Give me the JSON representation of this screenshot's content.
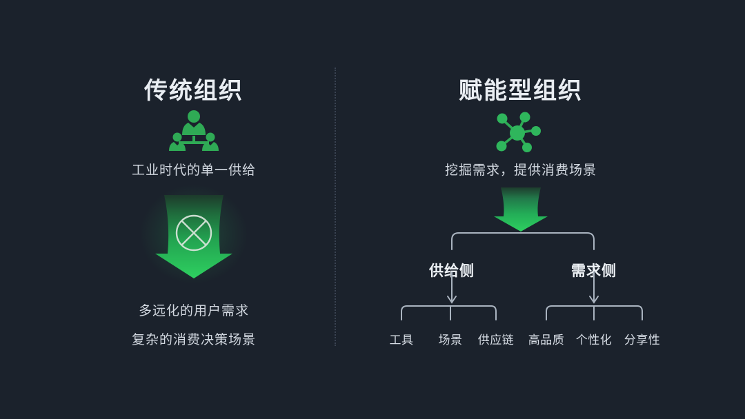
{
  "theme": {
    "background": "#1b222c",
    "accent_green": "#22b14c",
    "accent_green_bright": "#2fcf63",
    "icon_green": "#2faa55",
    "text_primary": "#e9edf2",
    "text_secondary": "#d2d8e0",
    "line_color": "#aab4c0",
    "divider_color": "#3a4352"
  },
  "left_panel": {
    "title": "传统组织",
    "icon": "org-chart-icon",
    "subtitle": "工业时代的单一供给",
    "arrow_icon": "down-arrow-blocked-icon",
    "blocked_icon": "circle-x-icon",
    "outcomes": [
      "多远化的用户需求",
      "复杂的消费决策场景"
    ]
  },
  "right_panel": {
    "title": "赋能型组织",
    "icon": "network-nodes-icon",
    "subtitle": "挖掘需求，提供消费场景",
    "arrow_icon": "down-arrow-icon",
    "tree": {
      "branches": [
        {
          "label": "供给侧",
          "children": [
            "工具",
            "场景",
            "供应链"
          ]
        },
        {
          "label": "需求侧",
          "children": [
            "高品质",
            "个性化",
            "分享性"
          ]
        }
      ]
    }
  },
  "divider": {
    "style": "vertical-dotted"
  }
}
